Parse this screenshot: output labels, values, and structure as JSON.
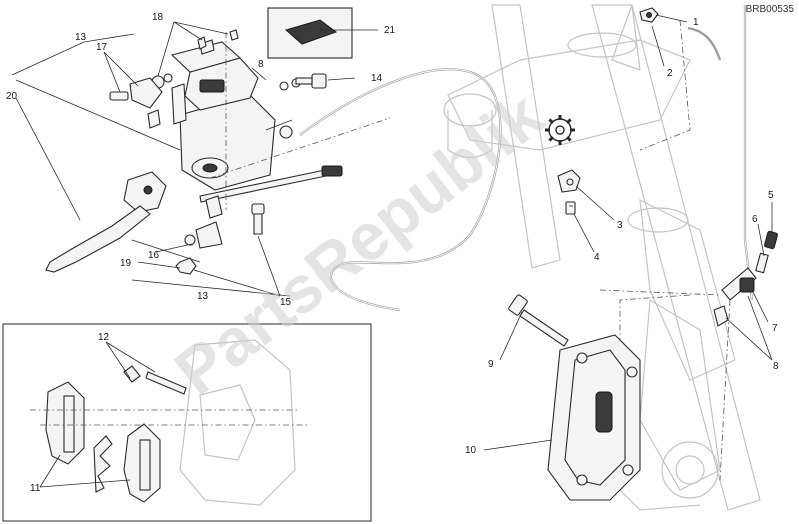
{
  "diagram": {
    "code": "BRB00535",
    "watermark": "PartsRepublik",
    "callouts": [
      "1",
      "2",
      "3",
      "4",
      "5",
      "6",
      "7",
      "8",
      "8",
      "9",
      "10",
      "11",
      "12",
      "13",
      "13",
      "14",
      "15",
      "16",
      "17",
      "18",
      "19",
      "20",
      "21"
    ]
  }
}
